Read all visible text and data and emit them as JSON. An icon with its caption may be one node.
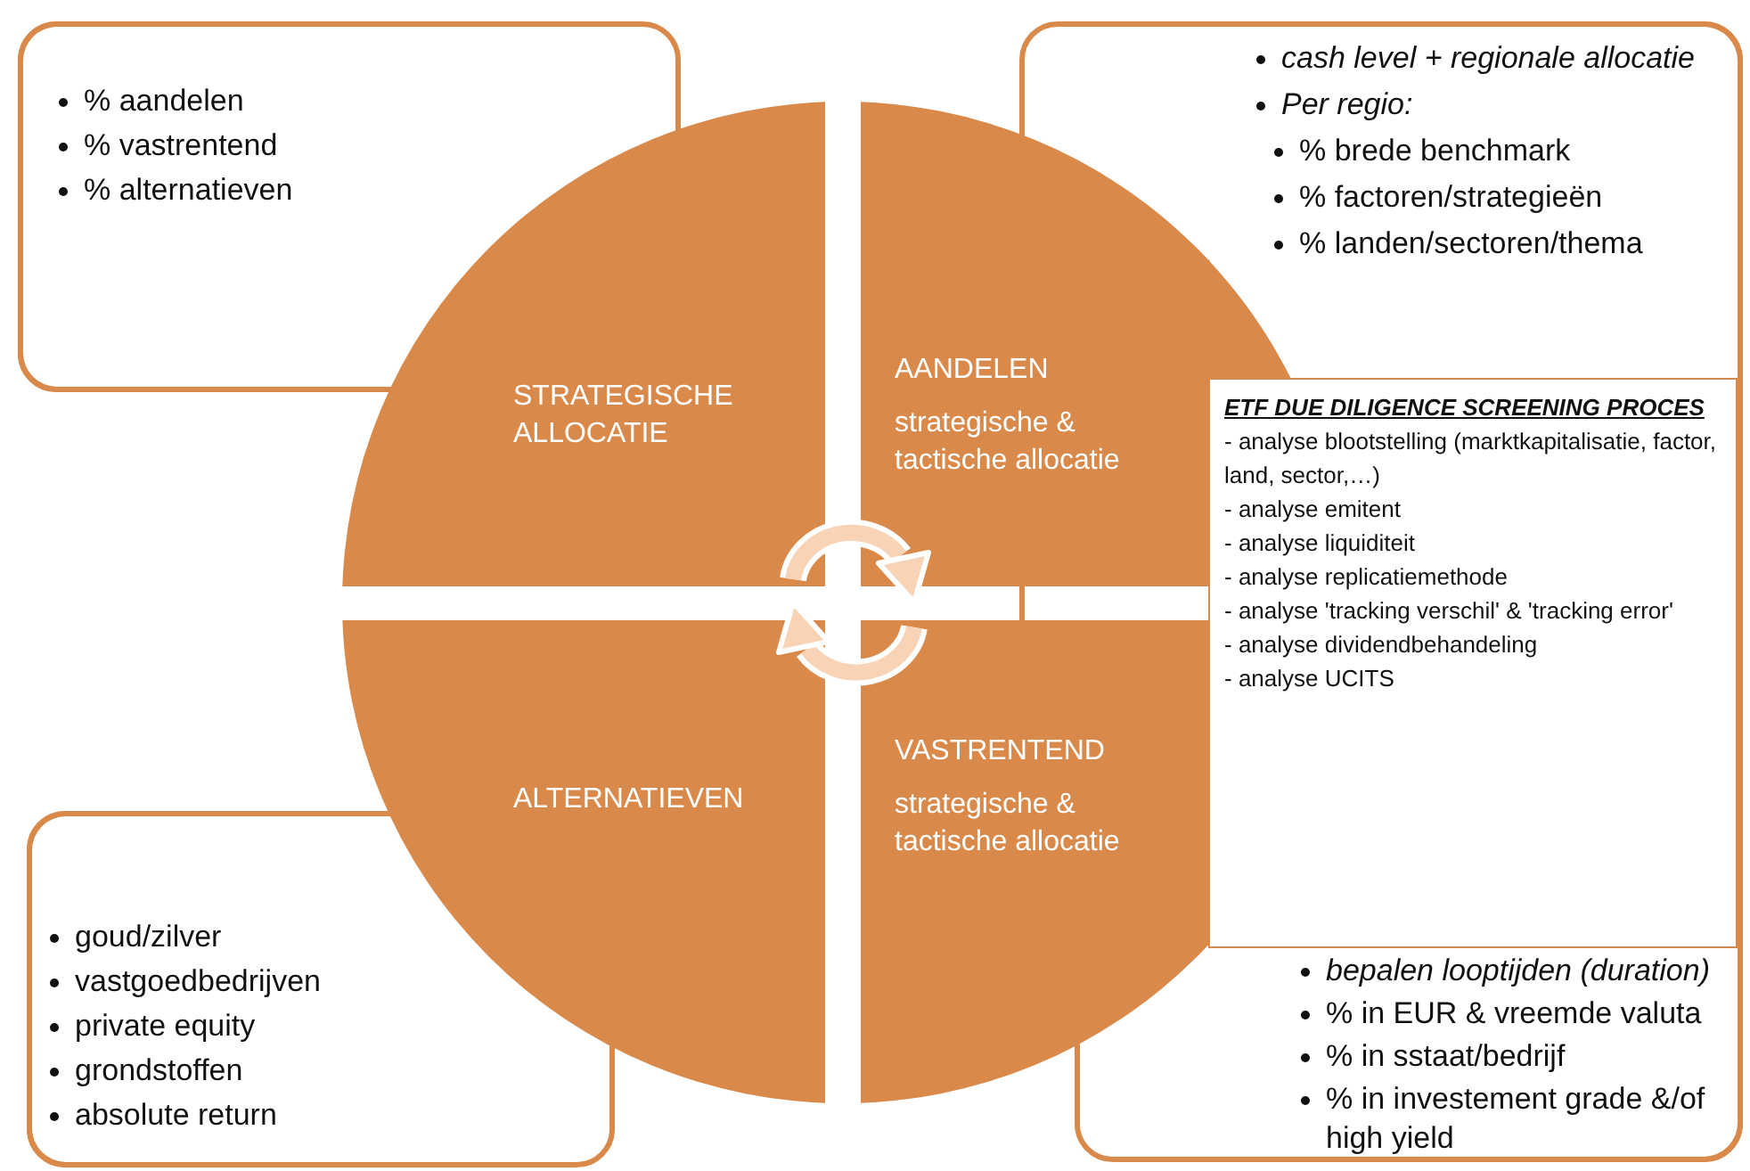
{
  "diagram": {
    "nodes": [
      {
        "text": [
          "% aandelen",
          "% vastrentend",
          "% alternatieven"
        ]
      },
      {
        "text": [
          "cash level + regionale allocatie",
          "Per regio:",
          "% brede benchmark",
          "% factoren/strategieën",
          "% landen/sectoren/thema"
        ]
      },
      {
        "text": [
          "STRATEGISCHE ALLOCATIE"
        ]
      },
      {
        "text": [
          "AANDELEN",
          "strategische & tactische allocatie"
        ]
      },
      {
        "text": [
          "ETF DUE DILIGENCE SCREENING PROCES",
          "- analyse blootstelling (marktkapitalisatie, factor, land, sector,…)",
          "- analyse emitent",
          "- analyse liquiditeit",
          "- analyse replicatiemethode",
          "- analyse 'tracking verschil' & 'tracking error'",
          "- analyse dividendbehandeling",
          "- analyse UCITS"
        ]
      },
      {
        "text": [
          "ALTERNATIEVEN"
        ]
      },
      {
        "text": [
          "VASTRENTEND",
          "strategische & tactische allocatie"
        ]
      },
      {
        "text": [
          "goud/zilver",
          "vastgoedbedrijven",
          "private equity",
          "grondstoffen",
          "absolute return"
        ]
      },
      {
        "text": [
          "bepalen looptijden (duration)",
          "% in EUR & vreemde valuta",
          "% in sstaat/bedrijf",
          "% in investement grade &/of high yield"
        ]
      }
    ]
  }
}
